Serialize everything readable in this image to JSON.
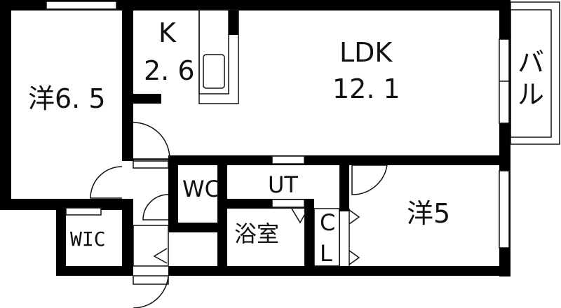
{
  "floor_plan": {
    "rooms": [
      {
        "id": "western-room-1",
        "type": "洋",
        "size": "6.5",
        "label": "洋6. 5"
      },
      {
        "id": "kitchen",
        "name": "K",
        "size": "2. 6"
      },
      {
        "id": "ldk",
        "name": "LDK",
        "size": "12. 1"
      },
      {
        "id": "balcony",
        "name_line1": "バ",
        "name_line2": "ル"
      },
      {
        "id": "wc",
        "name": "WC"
      },
      {
        "id": "utility",
        "name": "UT"
      },
      {
        "id": "bathroom",
        "name": "浴室"
      },
      {
        "id": "closet",
        "name_line1": "C",
        "name_line2": "L"
      },
      {
        "id": "western-room-2",
        "type": "洋",
        "size": "5",
        "label": "洋5"
      },
      {
        "id": "walk-in-closet",
        "name": "WIC"
      }
    ],
    "colors": {
      "wall": "#000000",
      "background": "#ffffff",
      "line": "#111111"
    }
  }
}
